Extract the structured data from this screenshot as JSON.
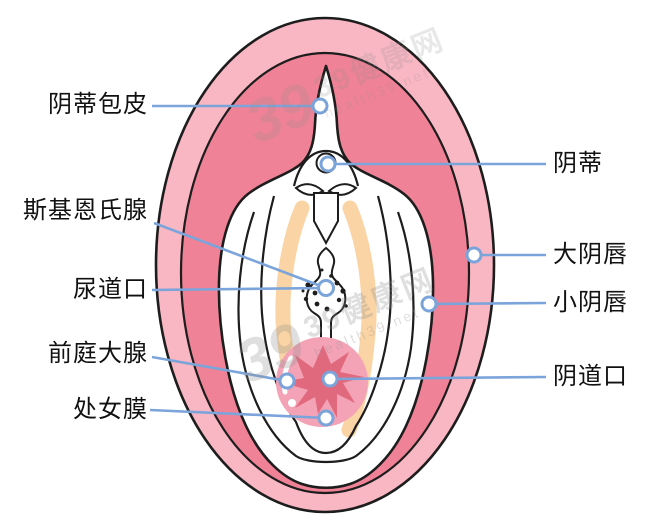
{
  "figure": {
    "description_labels_total": 9,
    "colors": {
      "outline": "#1D1D1D",
      "labia_majora_outer_ring": "#F9B6C3",
      "labia_majora_inner": "#EF8296",
      "vestibular_band": "#FAD4A4",
      "vaginal_opening_fill": "#F3A3B5",
      "hymen_flower": "#E1697E",
      "callout_line": "#7BA4DA",
      "label_text": "#111111"
    }
  },
  "labels": {
    "left": [
      {
        "id": "clitoral-hood",
        "text": "阴蒂包皮"
      },
      {
        "id": "skene-gland",
        "text": "斯基恩氏腺"
      },
      {
        "id": "urethral-opening",
        "text": "尿道口"
      },
      {
        "id": "bartholin-gland",
        "text": "前庭大腺"
      },
      {
        "id": "hymen",
        "text": "处女膜"
      }
    ],
    "right": [
      {
        "id": "clitoris",
        "text": "阴蒂"
      },
      {
        "id": "labia-majora",
        "text": "大阴唇"
      },
      {
        "id": "labia-minora",
        "text": "小阴唇"
      },
      {
        "id": "vaginal-opening",
        "text": "阴道口"
      }
    ]
  },
  "watermark": {
    "logo": "39",
    "site": "39健康网",
    "domain": "health39.net"
  }
}
